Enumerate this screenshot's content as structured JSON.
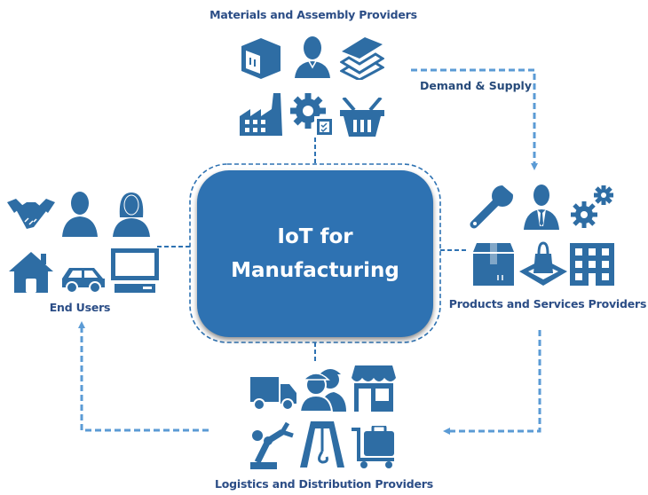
{
  "center": {
    "line1": "IoT for",
    "line2": "Manufacturing"
  },
  "groups": {
    "materials": {
      "label": "Materials and Assembly Providers",
      "icons": [
        "box-icon",
        "person-icon",
        "layers-icon",
        "factory-icon",
        "gear-checklist-icon",
        "basket-icon"
      ]
    },
    "products": {
      "label": "Products and Services Providers",
      "icons": [
        "wrench-icon",
        "businessman-icon",
        "gears-icon",
        "package-icon",
        "shopping-bag-icon",
        "building-icon"
      ]
    },
    "end_users": {
      "label": "End Users",
      "icons": [
        "handshake-icon",
        "man-icon",
        "woman-icon",
        "house-icon",
        "car-icon",
        "computer-icon"
      ]
    },
    "logistics": {
      "label": "Logistics and Distribution Providers",
      "icons": [
        "truck-icon",
        "workers-icon",
        "store-icon",
        "robot-arm-icon",
        "crane-icon",
        "cart-icon"
      ]
    }
  },
  "flow_label": "Demand & Supply",
  "colors": {
    "icon": "#2e6da4",
    "core": "#2e72b2",
    "arrow": "#5b9bd5",
    "label": "#2b4d86"
  }
}
